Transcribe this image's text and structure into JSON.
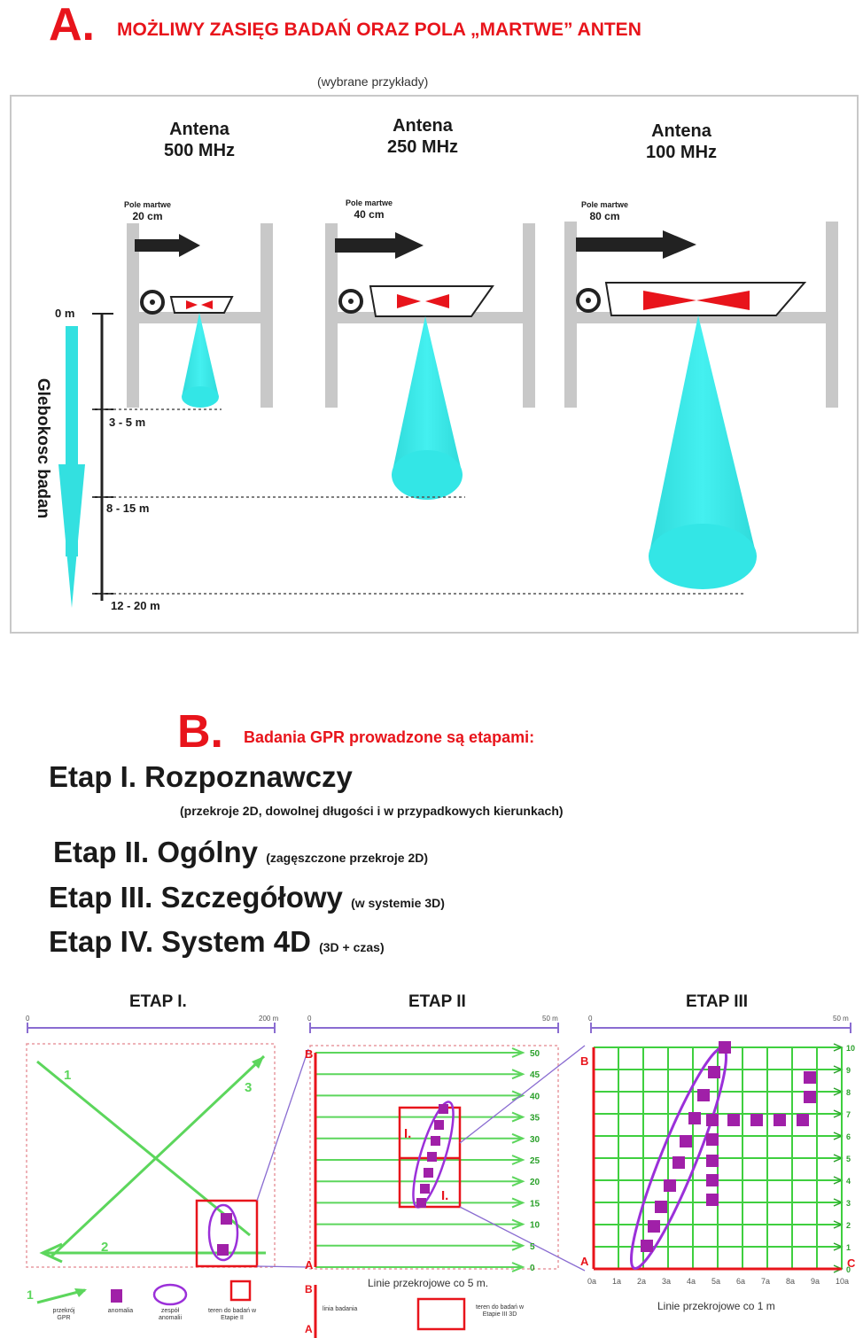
{
  "section_a": {
    "letter": "A.",
    "title": "MOŻLIWY ZASIĘG BADAŃ ORAZ POLA „MARTWE” ANTEN",
    "subtitle": "(wybrane przykłady)",
    "antennas": [
      {
        "name": "Antena",
        "freq": "500 MHz",
        "dead_label": "Pole martwe",
        "dead_value": "20 cm"
      },
      {
        "name": "Antena",
        "freq": "250 MHz",
        "dead_label": "Pole martwe",
        "dead_value": "40 cm"
      },
      {
        "name": "Antena",
        "freq": "100 MHz",
        "dead_label": "Pole martwe",
        "dead_value": "80 cm"
      }
    ],
    "depth_axis_label": "Glebokosc badan",
    "depth_zero": "0 m",
    "depth_levels": [
      "3 - 5 m",
      "8 - 15 m",
      "12 - 20 m"
    ],
    "colors": {
      "cone": "#33e6e6",
      "accent": "#e8141b",
      "frame": "#bfbfbf"
    }
  },
  "section_b": {
    "letter": "B.",
    "title": "Badania GPR prowadzone są etapami:",
    "stages": [
      {
        "label": "Etap I.  Rozpoznawczy",
        "note": ""
      },
      {
        "label": "Etap II. Ogólny",
        "note": "(zagęszczone przekroje 2D)"
      },
      {
        "label": "Etap III. Szczegółowy",
        "note": "(w systemie 3D)"
      },
      {
        "label": "Etap IV. System 4D",
        "note": "(3D + czas)"
      }
    ],
    "stage1_detail": "(przekroje 2D, dowolnej długości i w przypadkowych kierunkach)"
  },
  "panels": {
    "p1": {
      "title": "ETAP I.",
      "scale_start": "0",
      "scale_end": "200 m",
      "line_labels": [
        "1",
        "2",
        "3"
      ]
    },
    "p2": {
      "title": "ETAP II",
      "scale_start": "0",
      "scale_end": "50 m",
      "point_a": "A",
      "point_b": "B",
      "box_label": "I.",
      "right_ticks": [
        "50",
        "45",
        "40",
        "35",
        "30",
        "25",
        "20",
        "15",
        "10",
        "5",
        "0"
      ],
      "caption": "Linie przekrojowe co 5 m."
    },
    "p3": {
      "title": "ETAP III",
      "scale_start": "0",
      "scale_end": "50 m",
      "point_a": "A",
      "point_b": "B",
      "point_c": "C",
      "right_ticks": [
        "10",
        "9",
        "8",
        "7",
        "6",
        "5",
        "4",
        "3",
        "2",
        "1",
        "0"
      ],
      "bottom_ticks": [
        "0a",
        "1a",
        "2a",
        "3a",
        "4a",
        "5a",
        "6a",
        "7a",
        "8a",
        "9a",
        "10a"
      ],
      "caption": "Linie przekrojowe co 1 m"
    }
  },
  "legend": {
    "item1_num": "1",
    "item1": "przekrój GPR",
    "item2": "anomalia",
    "item3": "zespół anomalii",
    "item4": "teren do badań w Etapie II",
    "item5_a": "B",
    "item5_b": "A",
    "item5": "linia badania",
    "item6": "teren do badań w Etapie III 3D"
  }
}
